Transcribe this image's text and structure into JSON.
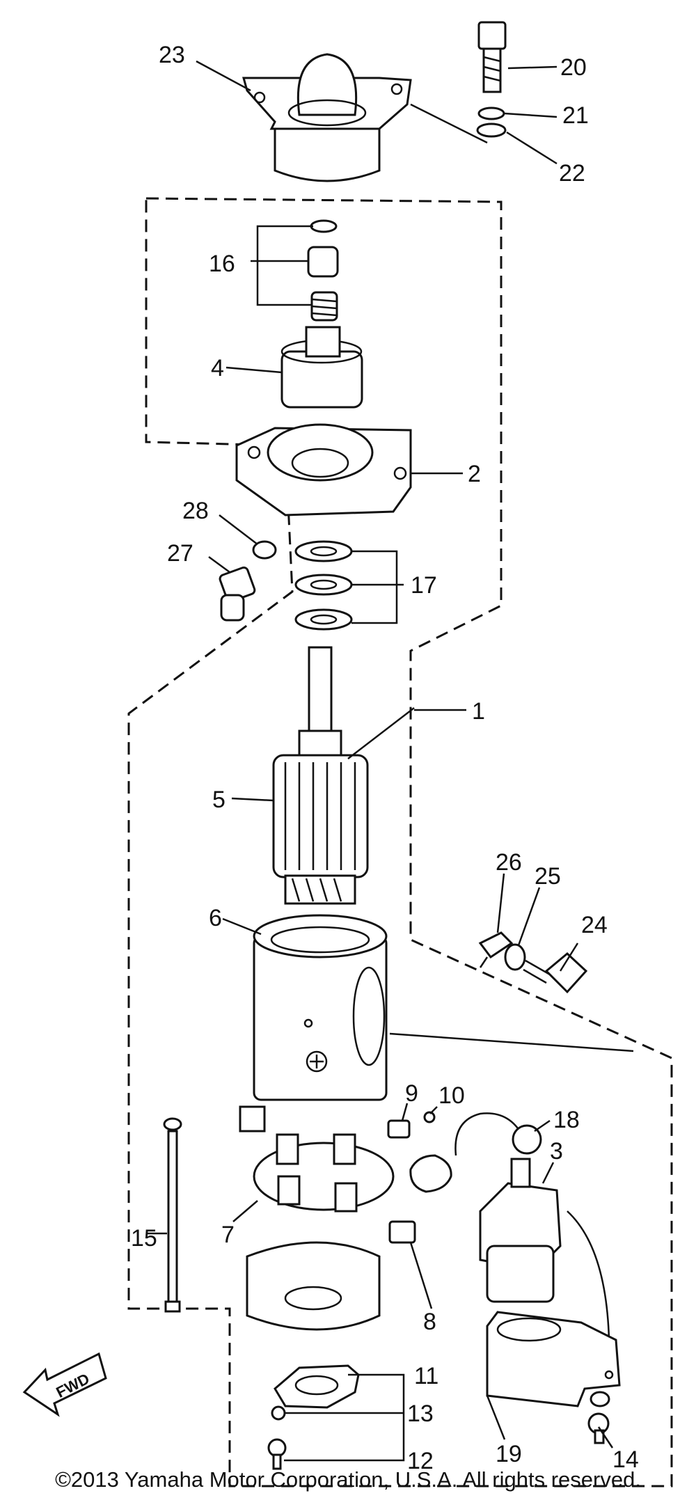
{
  "labels": {
    "p1": "1",
    "p2": "2",
    "p3": "3",
    "p4": "4",
    "p5": "5",
    "p6": "6",
    "p7": "7",
    "p8": "8",
    "p9": "9",
    "p10": "10",
    "p11": "11",
    "p12": "12",
    "p13": "13",
    "p14": "14",
    "p15": "15",
    "p16": "16",
    "p17": "17",
    "p18": "18",
    "p19": "19",
    "p20": "20",
    "p21": "21",
    "p22": "22",
    "p23": "23",
    "p24": "24",
    "p25": "25",
    "p26": "26",
    "p27": "27",
    "p28": "28"
  },
  "fwd_arrow": "FWD",
  "copyright": "©2013 Yamaha Motor Corporation, U.S.A. All rights reserved."
}
